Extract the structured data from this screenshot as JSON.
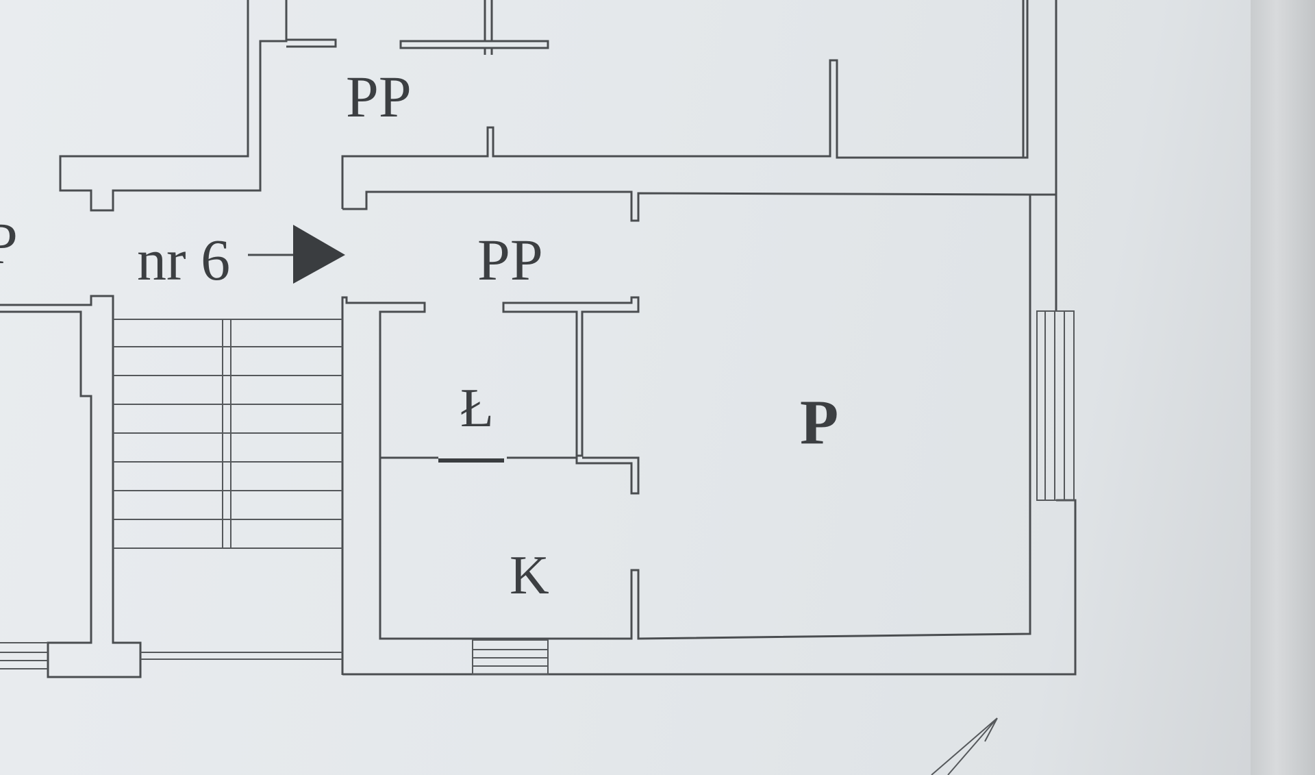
{
  "labels": {
    "pp_top": "PP",
    "pp_hall": "PP",
    "p_left": "P",
    "entrance": "nr 6",
    "lazienka": "Ł",
    "kuchnia": "K",
    "pokoj": "P"
  },
  "colors": {
    "paper": "#e6e9ec",
    "ink": "#4a4d50"
  }
}
